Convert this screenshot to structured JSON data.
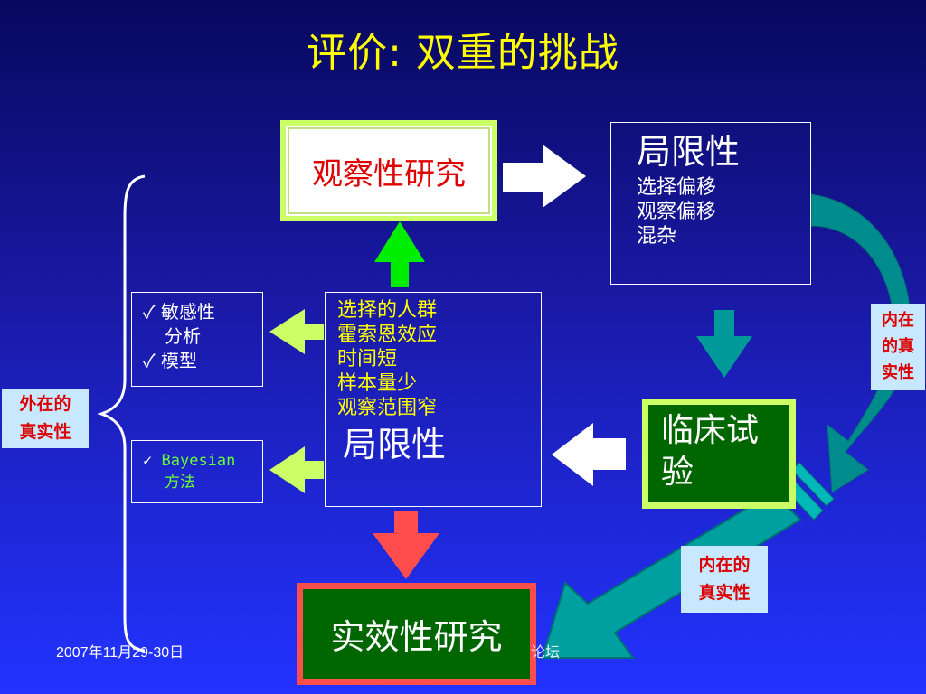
{
  "title": "评价: 双重的挑战",
  "observational": "观察性研究",
  "limitations_top": {
    "heading": "局限性",
    "items": [
      "选择偏移",
      "观察偏移",
      "混杂"
    ]
  },
  "limitations_mid": {
    "items": [
      "选择的人群",
      "霍索恩效应",
      "时间短",
      "样本量少",
      "观察范围窄"
    ],
    "heading": "局限性"
  },
  "methods": {
    "sensitivity_items": [
      "敏感性",
      "分析",
      "模型"
    ],
    "check": "✓",
    "bayes_line1": "Bayesian",
    "bayes_line2": "方法"
  },
  "trial": {
    "line1": "临床试",
    "line2": "验"
  },
  "effectiveness": "实效性研究",
  "labels": {
    "external": [
      "外在的",
      "真实性"
    ],
    "internal_right": [
      "内在",
      "的真",
      "实性"
    ],
    "internal_bottom": [
      "内在的",
      "真实性"
    ]
  },
  "footer": {
    "date": "2007年11月29-30日",
    "place": "论坛"
  },
  "colors": {
    "title": "#ffff00",
    "obs_border": "#ccff66",
    "trial_bg": "#006600",
    "eff_border": "#ff4d4d",
    "teal": "#009999",
    "green_arrow": "#00ee00",
    "red_arrow": "#ff4d4d",
    "label_bg": "#c8e8ff",
    "label_text": "#dd0000"
  }
}
